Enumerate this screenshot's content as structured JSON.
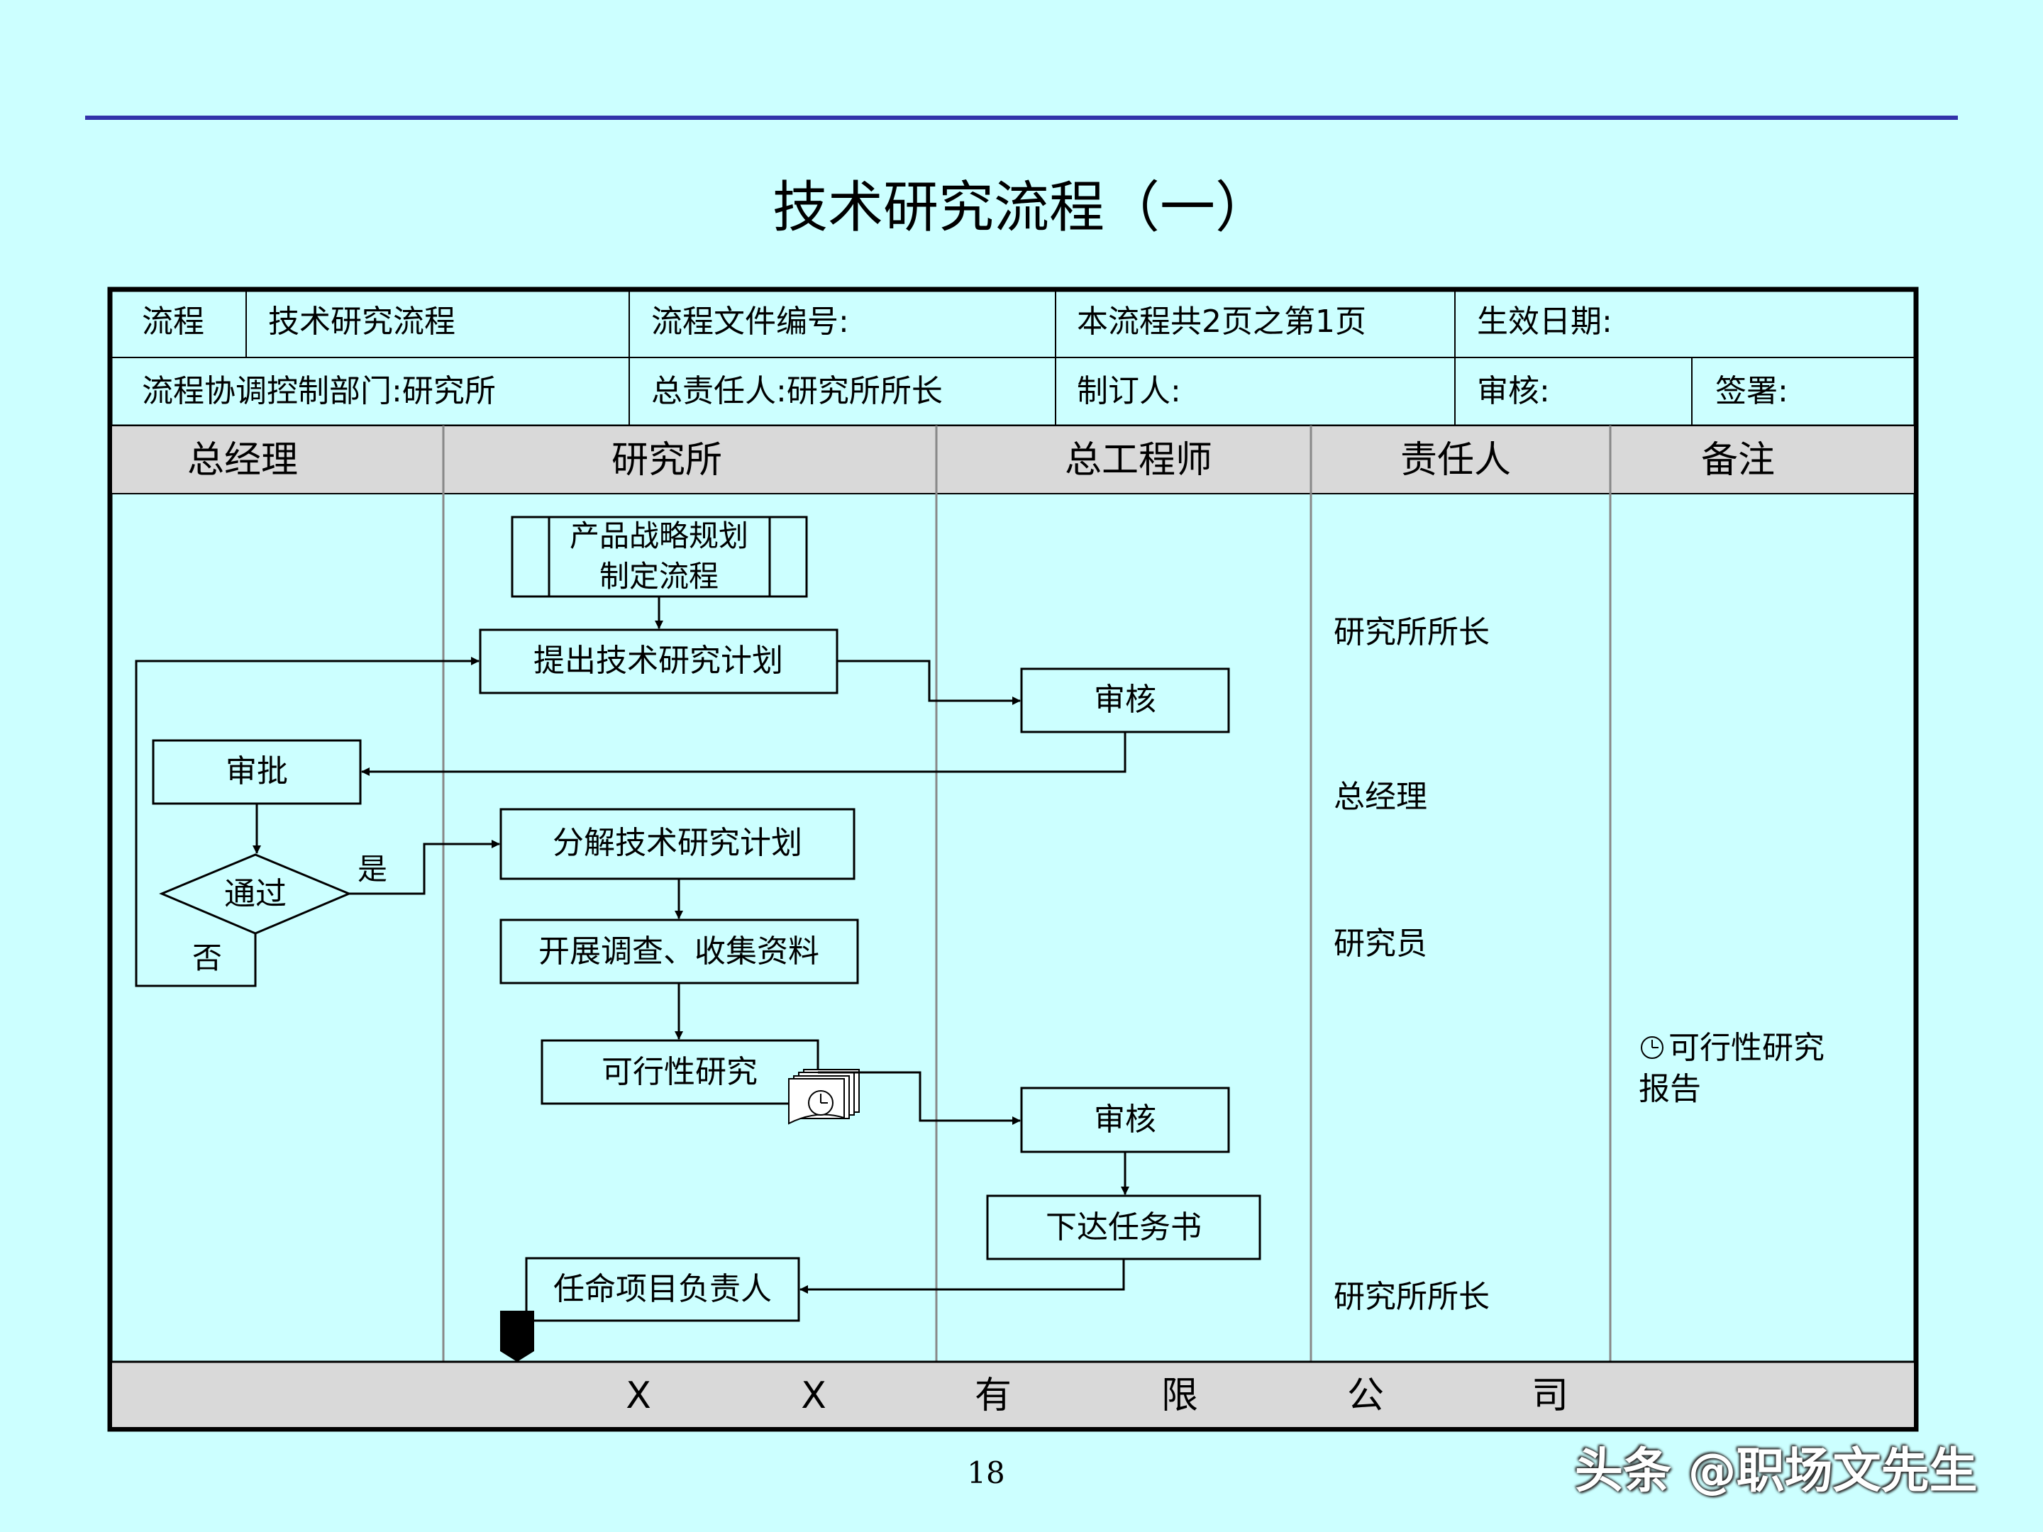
{
  "title": "技术研究流程（一）",
  "header": {
    "row1": {
      "process_label": "流程",
      "process_name": "技术研究流程",
      "file_no_label": "流程文件编号:",
      "page_info": "本流程共2页之第1页",
      "effective_date_label": "生效日期:"
    },
    "row2": {
      "dept_label": "流程协调控制部门:研究所",
      "owner_label": "总责任人:研究所所长",
      "author_label": "制订人:",
      "review_label": "审核:",
      "sign_label": "签署:"
    }
  },
  "lanes": [
    "总经理",
    "研究所",
    "总工程师",
    "责任人",
    "备注"
  ],
  "nodes": {
    "start": "产品战略规划|制定流程",
    "propose": "提出技术研究计划",
    "review1": "审核",
    "approve": "审批",
    "decision": "通过",
    "yes": "是",
    "no": "否",
    "decompose": "分解技术研究计划",
    "survey": "开展调查、收集资料",
    "feasibility": "可行性研究",
    "review2": "审核",
    "issue": "下达任务书",
    "appoint": "任命项目负责人"
  },
  "responsible": [
    "研究所所长",
    "总经理",
    "研究员",
    "研究所所长"
  ],
  "remark": [
    "可行性研究",
    "报告"
  ],
  "footer": [
    "X",
    "X",
    "有",
    "限",
    "公",
    "司"
  ],
  "page_number": "18",
  "watermark": "头条 @职场文先生"
}
